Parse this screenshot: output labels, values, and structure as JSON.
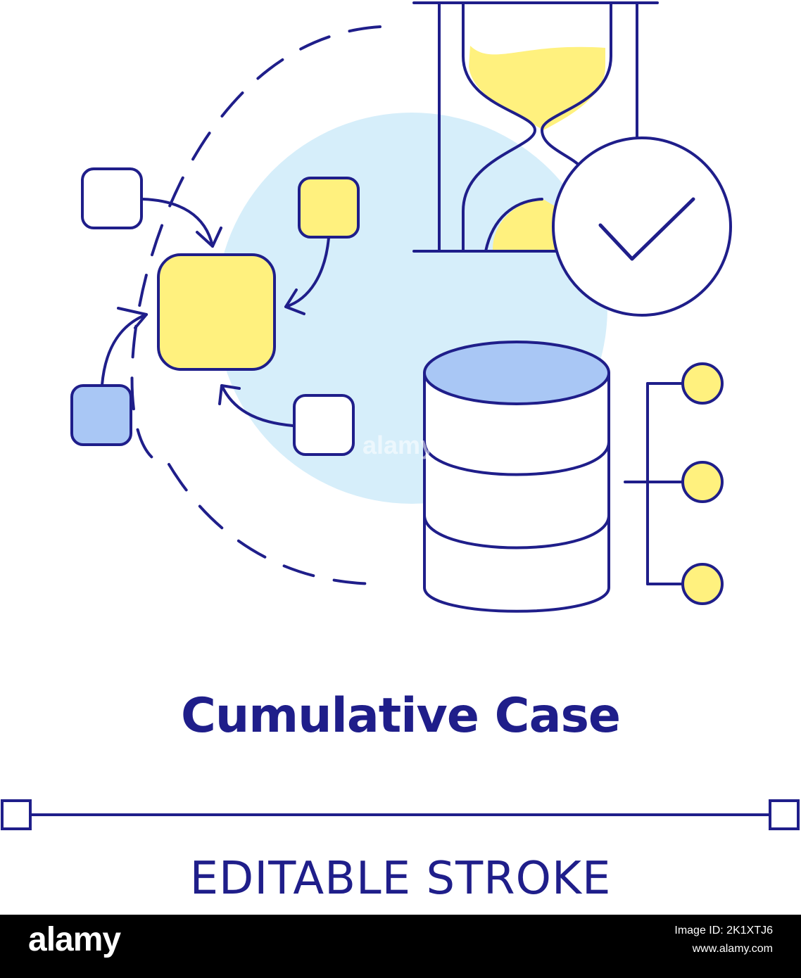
{
  "colors": {
    "stroke": "#1f1e8a",
    "yellow_fill": "#fff17e",
    "blue_fill": "#a9c7f5",
    "light_blue_bg": "#d6eefa",
    "white": "#ffffff",
    "footer_bg": "#000000"
  },
  "illustration": {
    "icons": [
      "process-diagram-icon",
      "hourglass-icon",
      "checkmark-circle-icon",
      "database-icon",
      "network-nodes-icon"
    ]
  },
  "title": "Cumulative Case",
  "subtitle": "EDITABLE STROKE",
  "watermark": "alamy",
  "footer": {
    "logo": "alamy",
    "image_id_label": "Image ID: 2K1XTJ6",
    "url": "www.alamy.com"
  }
}
